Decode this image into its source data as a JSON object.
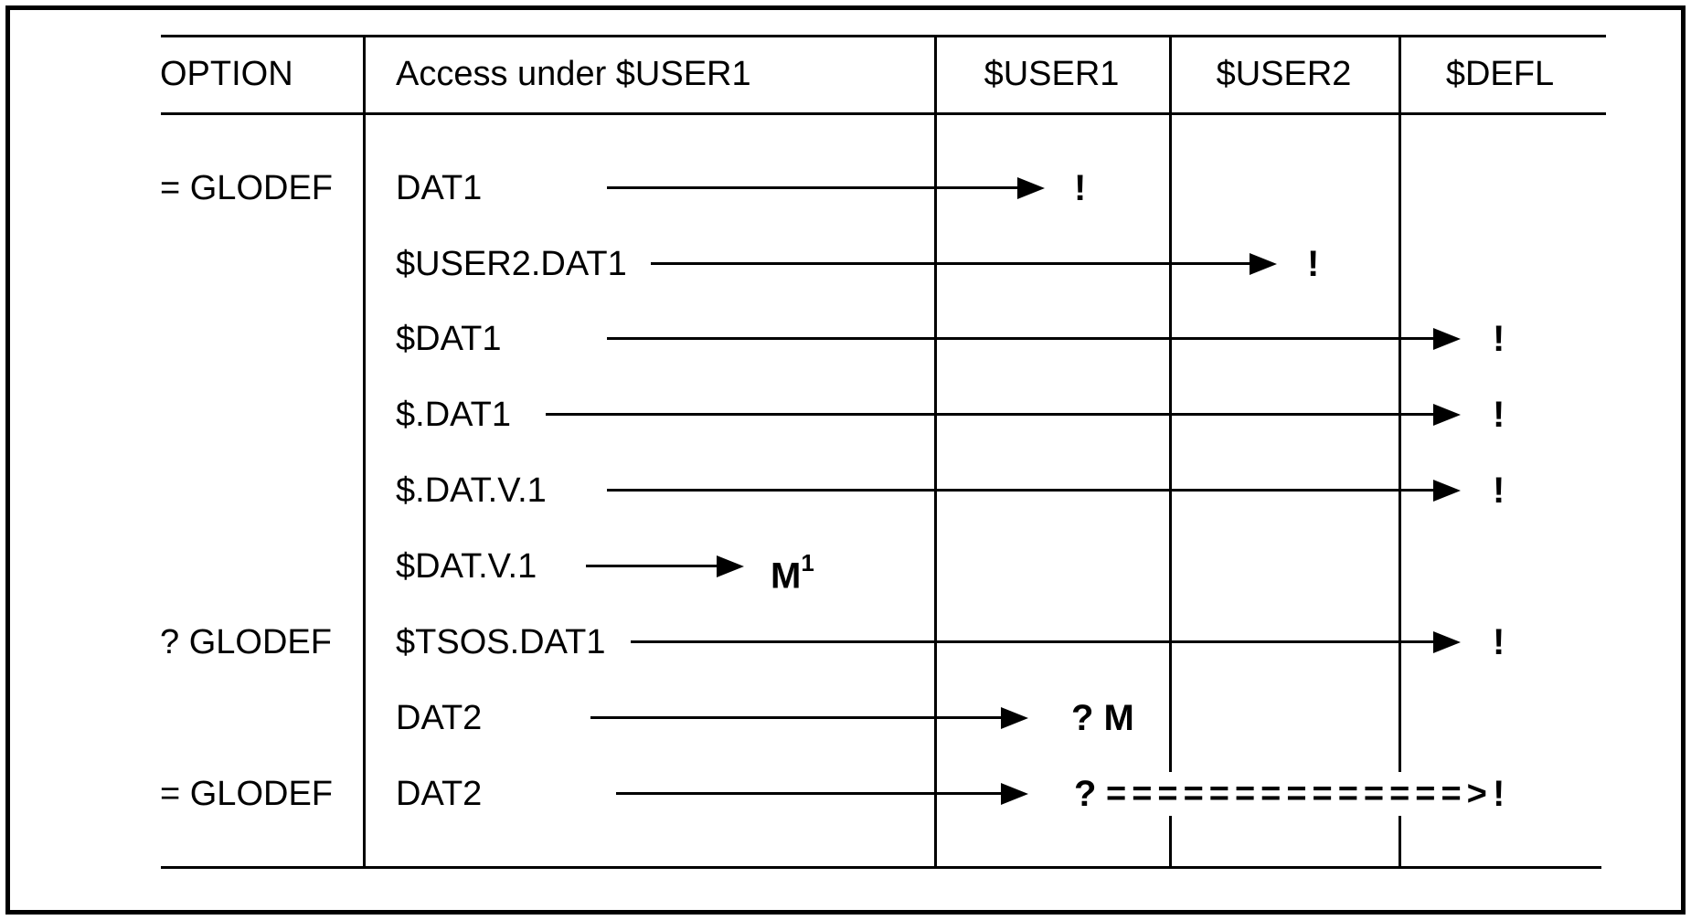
{
  "colors": {
    "line": "#000000",
    "background": "#ffffff",
    "text": "#000000"
  },
  "header": {
    "option": "OPTION",
    "access": "Access under $USER1",
    "user1": "$USER1",
    "user2": "$USER2",
    "defl": "$DEFL"
  },
  "rows": [
    {
      "option": "= GLODEF",
      "access": "DAT1",
      "target": "$USER1",
      "result": "!"
    },
    {
      "option": "",
      "access": "$USER2.DAT1",
      "target": "$USER2",
      "result": "!"
    },
    {
      "option": "",
      "access": "$DAT1",
      "target": "$DEFL",
      "result": "!"
    },
    {
      "option": "",
      "access": "$.DAT1",
      "target": "$DEFL",
      "result": "!"
    },
    {
      "option": "",
      "access": "$.DAT.V.1",
      "target": "$DEFL",
      "result": "!"
    },
    {
      "option": "",
      "access": "$DAT.V.1",
      "target": "",
      "result": "M",
      "result_sup": "1"
    },
    {
      "option": "? GLODEF",
      "access": "$TSOS.DAT1",
      "target": "$DEFL",
      "result": "!"
    },
    {
      "option": "",
      "access": "DAT2",
      "target": "$USER1",
      "result": "? M"
    },
    {
      "option": "= GLODEF",
      "access": "DAT2",
      "target": "$USER1",
      "result": "?",
      "redirect_arrow": "==============>",
      "redirect_target": "$DEFL",
      "redirect_result": "!"
    }
  ]
}
